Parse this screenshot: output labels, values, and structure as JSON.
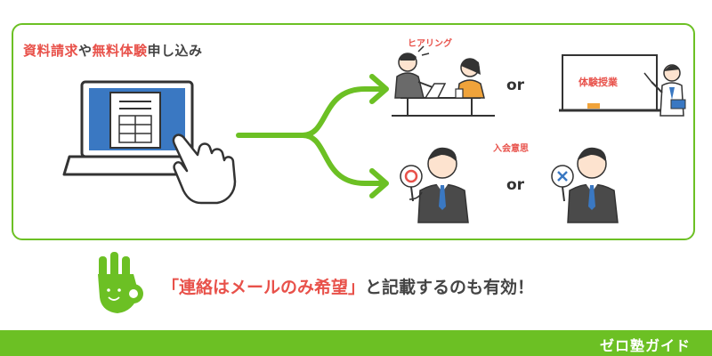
{
  "heading": {
    "part1": "資料請求",
    "part2": "や",
    "part3": "無料体験",
    "part4": "申し込み"
  },
  "labels": {
    "hearing": "ヒアリング",
    "trial_lesson": "体験授業",
    "intent": "入会意思",
    "or1": "or",
    "or2": "or"
  },
  "note": {
    "quote": "「連絡はメールのみ希望」",
    "rest": "と記載するのも有効！"
  },
  "footer": {
    "brand": "ゼロ塾ガイド"
  },
  "colors": {
    "accent_green": "#6cc024",
    "accent_red": "#e8514a",
    "screen_blue": "#3a78c2"
  }
}
